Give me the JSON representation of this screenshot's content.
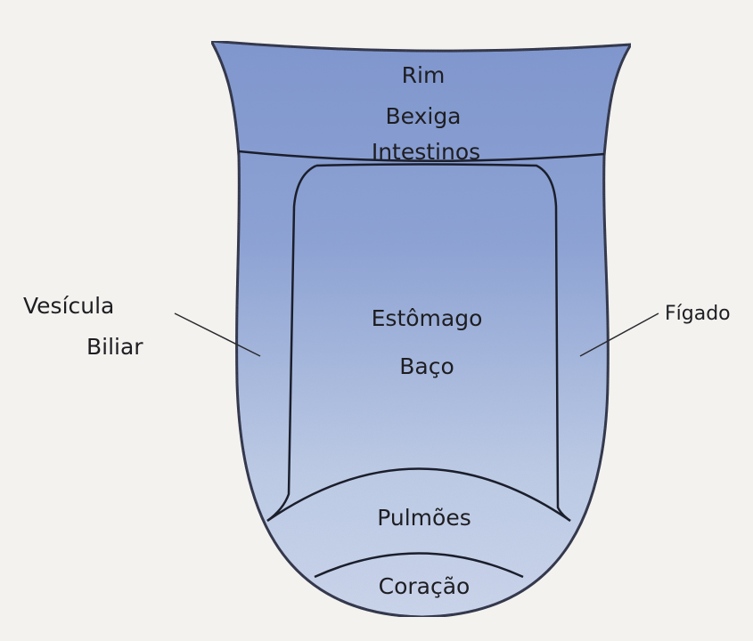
{
  "diagram": {
    "zones": {
      "top": [
        "Rim",
        "Bexiga",
        "Intestinos"
      ],
      "center": [
        "Estômago",
        "Baço"
      ],
      "lower": "Pulmões",
      "tip": "Coração"
    },
    "callouts": {
      "left": [
        "Vesícula",
        "Biliar"
      ],
      "right": "Fígado"
    }
  },
  "colors": {
    "background": "#f3f2ef",
    "tongue_top": "#7f97cf",
    "tongue_mid": "#bccbe6",
    "outline": "#1b1f2c"
  }
}
